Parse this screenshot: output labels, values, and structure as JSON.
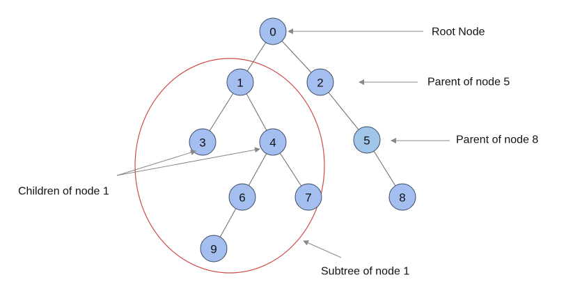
{
  "tree": {
    "nodes": [
      {
        "id": "0",
        "label": "0",
        "color": "#a4bef0"
      },
      {
        "id": "1",
        "label": "1",
        "color": "#a4bef0"
      },
      {
        "id": "2",
        "label": "2",
        "color": "#a4bef0"
      },
      {
        "id": "3",
        "label": "3",
        "color": "#a4bef0"
      },
      {
        "id": "4",
        "label": "4",
        "color": "#a4bef0"
      },
      {
        "id": "5",
        "label": "5",
        "color": "#9fc5e8"
      },
      {
        "id": "6",
        "label": "6",
        "color": "#a4bef0"
      },
      {
        "id": "7",
        "label": "7",
        "color": "#a4bef0"
      },
      {
        "id": "8",
        "label": "8",
        "color": "#a4bef0"
      },
      {
        "id": "9",
        "label": "9",
        "color": "#a4bef0"
      }
    ],
    "edges": [
      [
        "0",
        "1"
      ],
      [
        "0",
        "2"
      ],
      [
        "1",
        "3"
      ],
      [
        "1",
        "4"
      ],
      [
        "2",
        "5"
      ],
      [
        "4",
        "6"
      ],
      [
        "4",
        "7"
      ],
      [
        "5",
        "8"
      ],
      [
        "6",
        "9"
      ]
    ]
  },
  "annotations": {
    "root": "Root Node",
    "parent5": "Parent of node 5",
    "parent8": "Parent of node 8",
    "children1": "Children of node 1",
    "subtree1": "Subtree of node 1"
  },
  "colors": {
    "subtree_outline": "#d04848",
    "edge": "#666666",
    "arrow": "#888888"
  }
}
